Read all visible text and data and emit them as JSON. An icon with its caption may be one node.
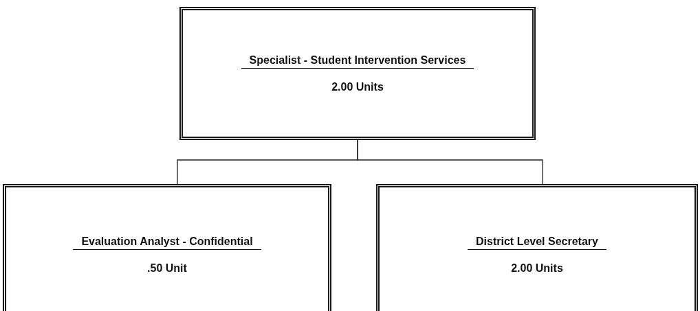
{
  "diagram": {
    "nodes": [
      {
        "text": [
          "Specialist - Student Intervention Services",
          "2.00 Units"
        ]
      },
      {
        "text": [
          "Evaluation Analyst -  Confidential",
          ".50 Unit"
        ]
      },
      {
        "text": [
          "District Level Secretary",
          "2.00 Units"
        ]
      }
    ],
    "edges": [
      {
        "from": 0,
        "to": 1,
        "arrow": "none"
      },
      {
        "from": 0,
        "to": 2,
        "arrow": "none"
      }
    ]
  }
}
